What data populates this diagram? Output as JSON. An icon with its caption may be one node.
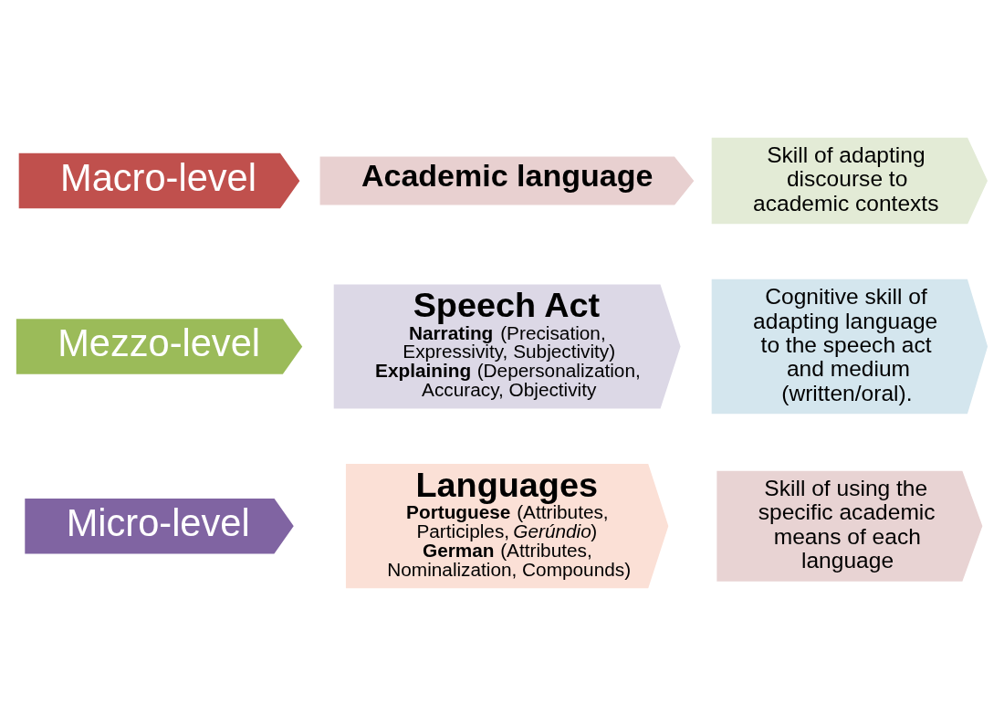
{
  "diagram": {
    "nodes": [
      {
        "text": [
          "Macro-level"
        ]
      },
      {
        "text": [
          "Academic language"
        ]
      },
      {
        "text": [
          "Skill of adapting discourse to academic contexts"
        ]
      },
      {
        "text": [
          "Mezzo-level"
        ]
      },
      {
        "text": [
          "Speech Act",
          "**Narrating** (Precisation, Expressivity, Subjectivity)",
          "**Explaining** (Depersonalization, Accuracy, Objectivity"
        ]
      },
      {
        "text": [
          "Cognitive skill of adapting language to the speech act and medium (written/oral)."
        ]
      },
      {
        "text": [
          "Micro-level"
        ]
      },
      {
        "text": [
          "Languages",
          "**Portuguese** (Attributes, Participles, *Gerúndio*)",
          "**German** (Attributes, Nominalization, Compounds)"
        ]
      },
      {
        "text": [
          "Skill of using the specific academic means of each language"
        ]
      }
    ]
  }
}
